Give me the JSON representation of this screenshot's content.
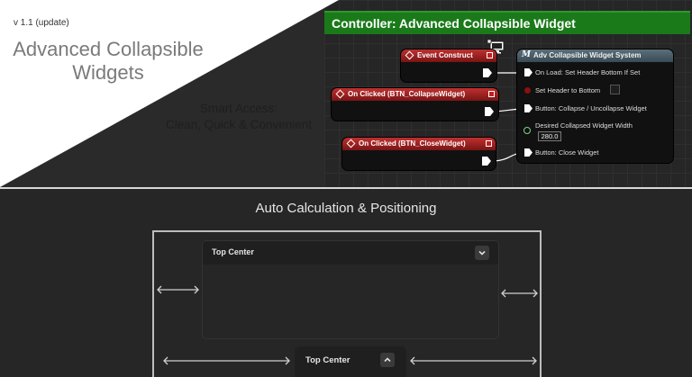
{
  "banner": {
    "version": "v 1.1 (update)",
    "title_line1": "Advanced Collapsible",
    "title_line2": "Widgets",
    "smart_line1": "Smart Access:",
    "smart_line2": "Clean, Quick & Convenient"
  },
  "blueprint": {
    "header": "Controller: Advanced Collapsible Widget",
    "nodes": {
      "event_construct": "Event Construct",
      "on_clicked_collapse": "On Clicked (BTN_CollapseWidget)",
      "on_clicked_close": "On Clicked (BTN_CloseWidget)"
    },
    "system": {
      "title": "Adv Collapsible Widget System",
      "m_glyph": "M",
      "rows": {
        "on_load": "On Load: Set Header Bottom If Set",
        "set_header_bottom": "Set Header to Bottom",
        "button_collapse": "Button: Collapse / Uncollapse Widget",
        "desired_width": "Desired Collapsed Widget Width",
        "desired_width_value": "280.0",
        "button_close": "Button: Close Widget"
      }
    }
  },
  "demo": {
    "title": "Auto Calculation & Positioning",
    "panel_title": "Top Center",
    "mini_title": "Top Center"
  },
  "icons": {
    "collapse": "chevron-down-icon",
    "expand": "chevron-up-icon",
    "monitor": "monitor-icon"
  },
  "colors": {
    "header_green": "#1a7a1a",
    "event_red": "#c03030",
    "system_slate": "#5b6f7a",
    "pin_green": "#7fd27f"
  }
}
